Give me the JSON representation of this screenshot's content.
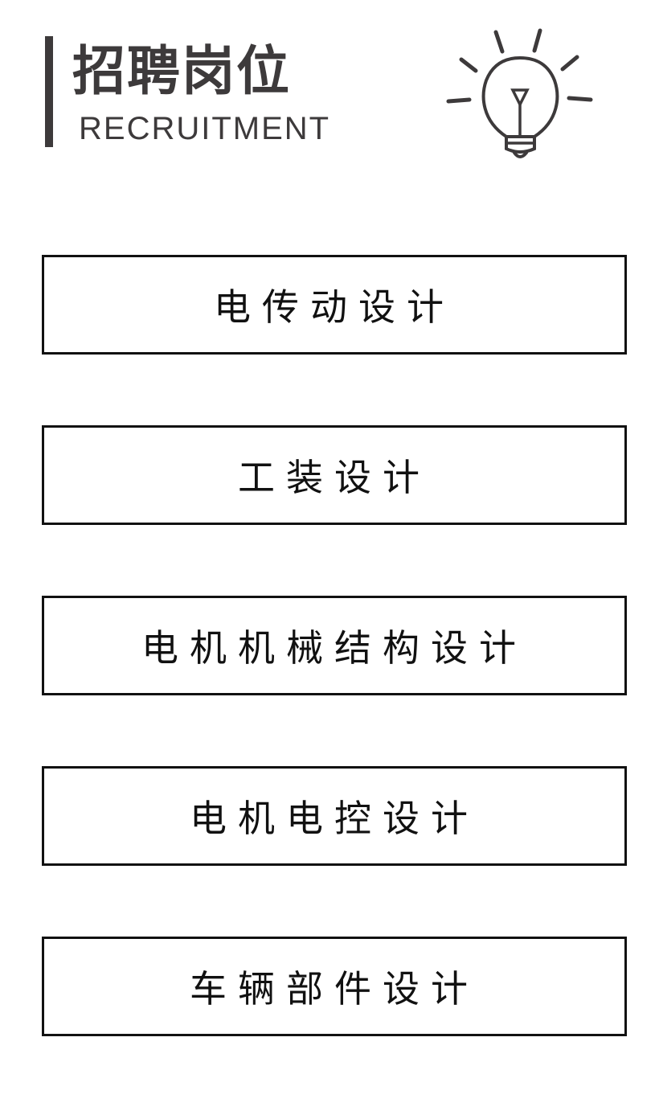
{
  "header": {
    "title": "招聘岗位",
    "subtitle": "RECRUITMENT",
    "icon": "lightbulb-icon"
  },
  "jobs": [
    {
      "label": "电传动设计"
    },
    {
      "label": "工装设计"
    },
    {
      "label": "电机机械结构设计"
    },
    {
      "label": "电机电控设计"
    },
    {
      "label": "车辆部件设计"
    }
  ],
  "colors": {
    "header": "#3d3a3b",
    "border": "#111111"
  }
}
